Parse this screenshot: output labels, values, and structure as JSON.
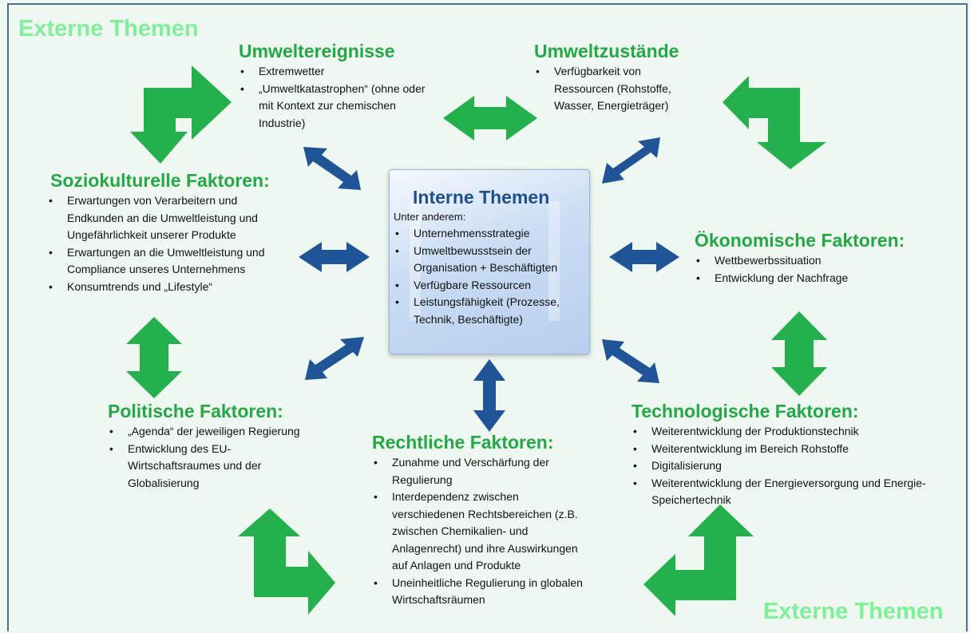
{
  "external_label_top": "Externe Themen",
  "external_label_bottom": "Externe Themen",
  "internal": {
    "title": "Interne Themen",
    "intro": "Unter anderem:",
    "items": [
      "Unternehmensstrategie",
      "Umweltbewusstsein der Organisation + Beschäftigten",
      "Verfügbare Ressourcen",
      "Leistungsfähigkeit (Prozesse, Technik, Beschäftigte)"
    ]
  },
  "umweltereignisse": {
    "title": "Umweltereignisse",
    "items": [
      "Extremwetter",
      "„Umweltkatastrophen“ (ohne oder mit Kontext zur chemischen Industrie)"
    ]
  },
  "umweltzustaende": {
    "title": "Umweltzustände",
    "items": [
      "Verfügbarkeit von Ressourcen (Rohstoffe, Wasser, Energieträger)"
    ]
  },
  "soziokulturelle": {
    "title": "Soziokulturelle Faktoren:",
    "items": [
      "Erwartungen von Verarbeitern und Endkunden an die Umweltleistung und Ungefährlichkeit unserer Produkte",
      "Erwartungen an die Umweltleistung und Compliance unseres Unternehmens",
      "Konsumtrends und „Lifestyle“"
    ]
  },
  "oekonomische": {
    "title": "Ökonomische Faktoren:",
    "items": [
      "Wettbewerbssituation",
      "Entwicklung der Nachfrage"
    ]
  },
  "politische": {
    "title": "Politische Faktoren:",
    "items": [
      "„Agenda“ der jeweiligen Regierung",
      "Entwicklung des EU-Wirtschaftsraumes und der Globalisierung"
    ]
  },
  "rechtliche": {
    "title": "Rechtliche Faktoren:",
    "items": [
      "Zunahme und Verschärfung der Regulierung",
      "Interdependenz zwischen verschiedenen Rechtsbereichen (z.B. zwischen Chemikalien- und Anlagenrecht) und ihre Auswirkungen auf Anlagen und Produkte",
      "Uneinheitliche Regulierung in globalen Wirtschaftsräumen"
    ]
  },
  "technologische": {
    "title": "Technologische Faktoren:",
    "items": [
      "Weiterentwicklung der Produktionstechnik",
      "Weiterentwicklung im Bereich Rohstoffe",
      "Digitalisierung",
      "Weiterentwicklung der Energieversorgung und Energie-Speichertechnik"
    ]
  },
  "colors": {
    "green_arrow": "#22b14c",
    "blue_arrow": "#1f5597",
    "heading_green": "#22a845",
    "external_label": "#7ff09a",
    "internal_title": "#1f4f8c"
  }
}
